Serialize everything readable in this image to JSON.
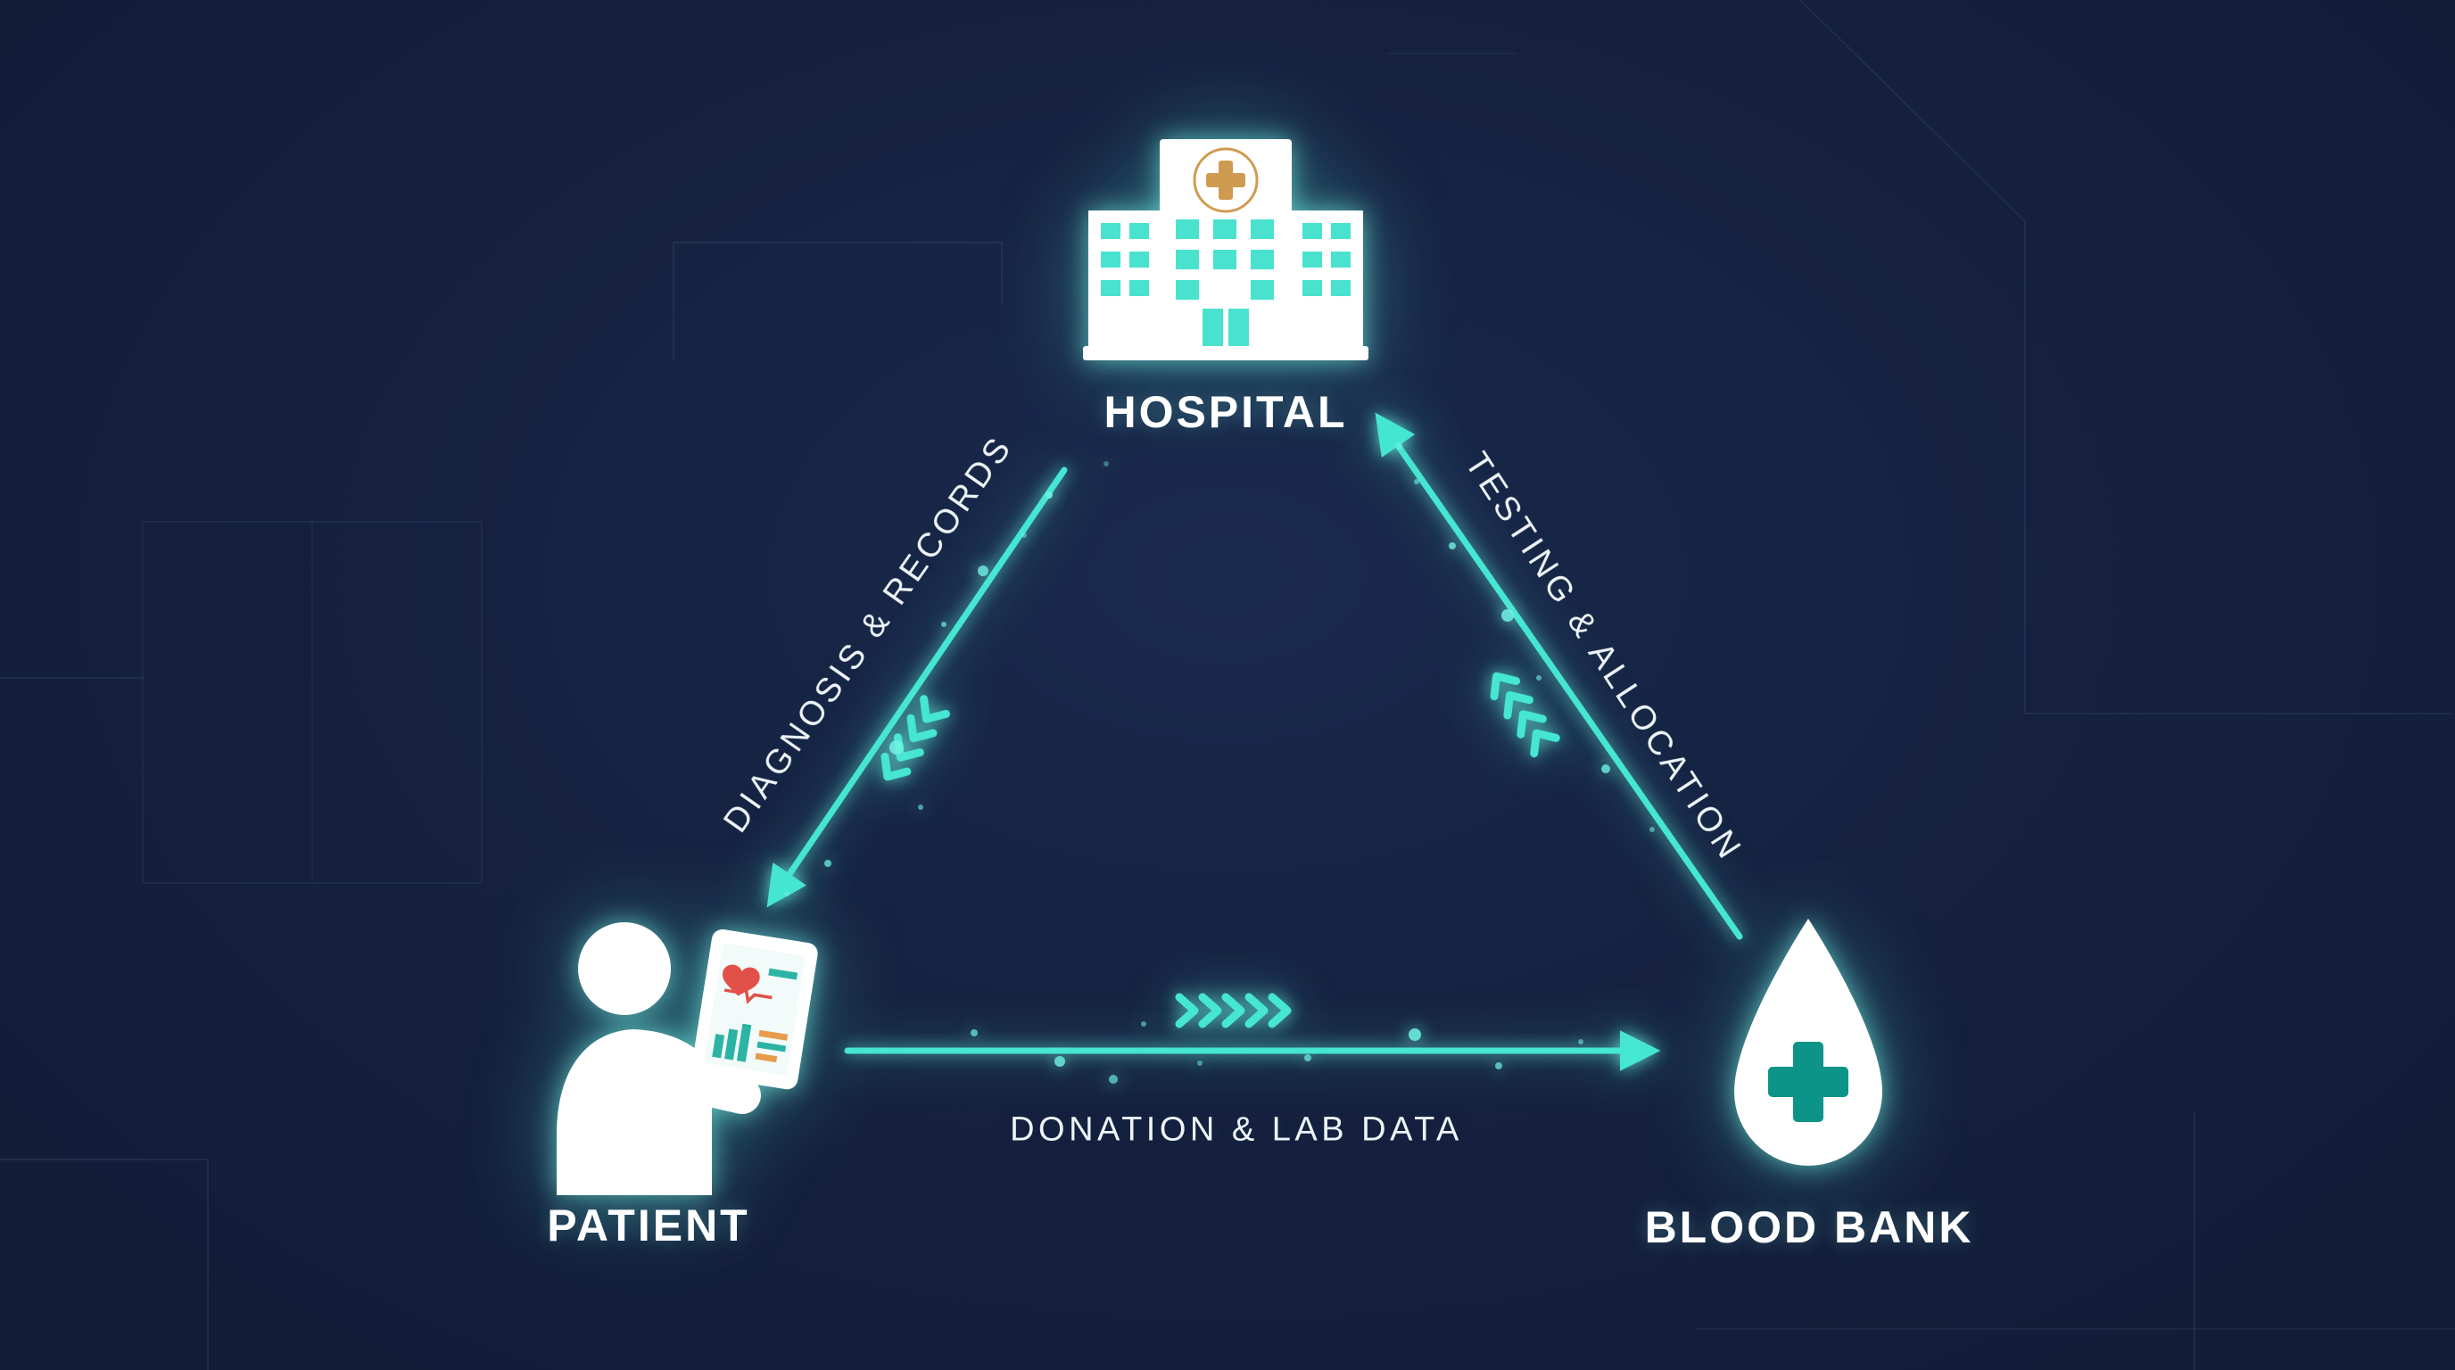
{
  "colors": {
    "background": "#15213F",
    "accent_teal": "#45E6D2",
    "label_text": "#FFFFFF",
    "hospital_cross_gold": "#CF9B50",
    "blood_cross_teal": "#0D9488",
    "tablet_red": "#E2504A",
    "tablet_orange": "#E89B4C"
  },
  "nodes": {
    "hospital": {
      "label": "HOSPITAL",
      "icon": "hospital-building-icon"
    },
    "patient": {
      "label": "PATIENT",
      "icon": "patient-with-tablet-icon"
    },
    "blood_bank": {
      "label": "BLOOD BANK",
      "icon": "blood-drop-cross-icon"
    }
  },
  "edges": {
    "hospital_to_patient": {
      "label": "DIAGNOSIS & RECORDS",
      "from": "HOSPITAL",
      "to": "PATIENT"
    },
    "patient_to_blood_bank": {
      "label": "DONATION & LAB DATA",
      "from": "PATIENT",
      "to": "BLOOD BANK"
    },
    "blood_bank_to_hospital": {
      "label": "TESTING & ALLOCATION",
      "from": "BLOOD BANK",
      "to": "HOSPITAL"
    }
  }
}
